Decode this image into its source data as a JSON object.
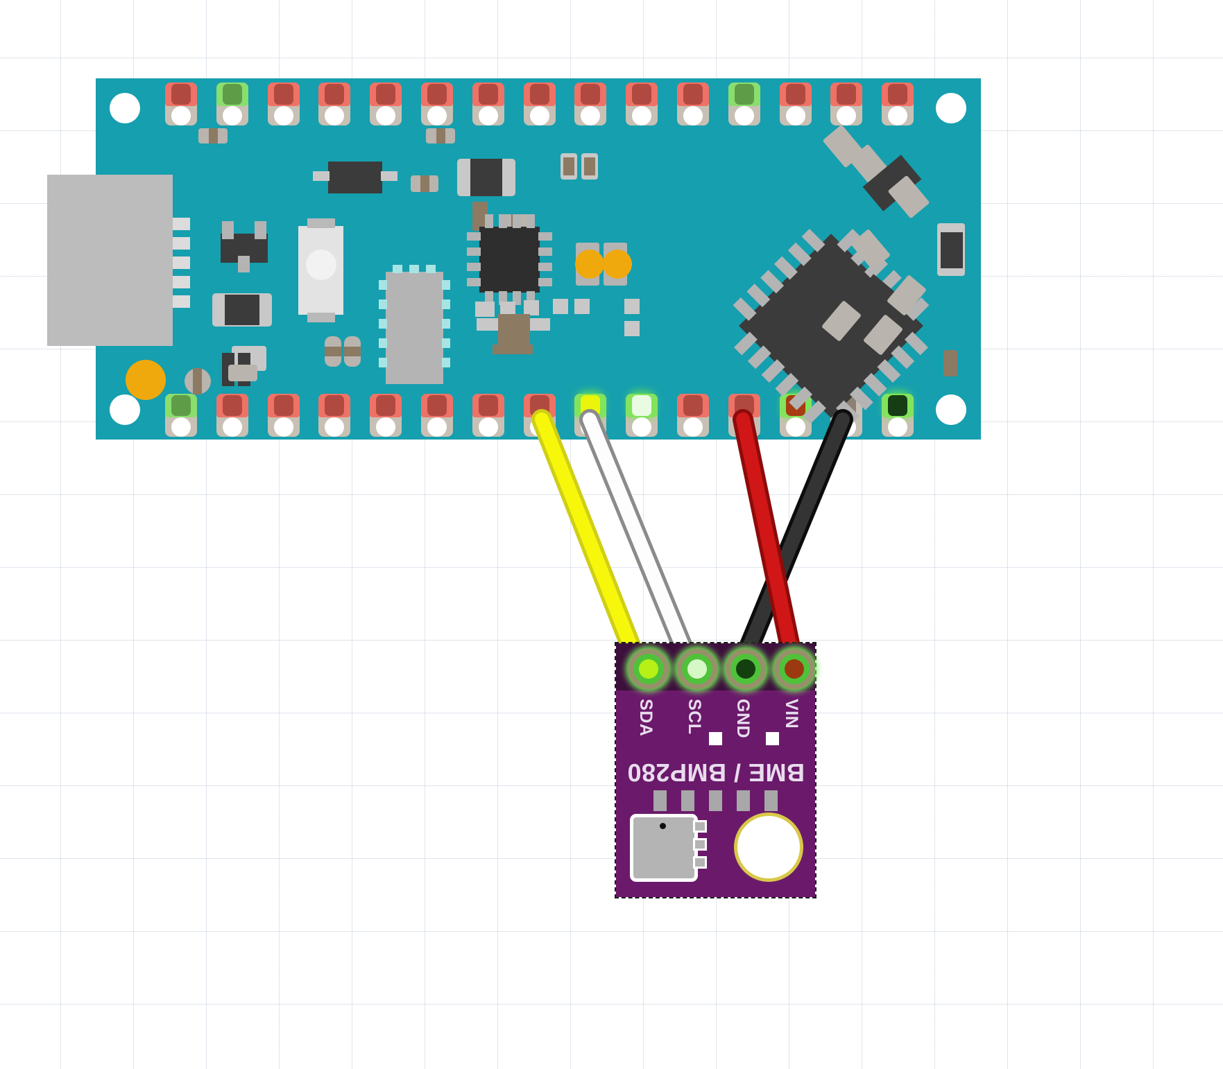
{
  "diagram": {
    "title": "Arduino Nano to BME/BMP280 breadboard wiring",
    "tool": "fritzing-breadboard-view",
    "background_grid": "#a0afc8"
  },
  "board": {
    "name": "arduino-nano",
    "pcb_color": "#169fae",
    "top_header_pin_count": 15,
    "bottom_header_pin_count": 15,
    "usb_connector": "usb-mini-b",
    "mcu_package": "qfn-rotated"
  },
  "sensor": {
    "name": "bme-bmp280-module",
    "pcb_color": "#6b1a6b",
    "silk_title": "BME / BMP280",
    "pins": [
      {
        "label": "SDA",
        "color": "#7ee040",
        "connected": true
      },
      {
        "label": "SCL",
        "color": "#bdf2b0",
        "connected": true
      },
      {
        "label": "GND",
        "color": "#1f5c1f",
        "connected": true
      },
      {
        "label": "VIN",
        "color": "#b8441a",
        "connected": true
      }
    ]
  },
  "wires": [
    {
      "name": "sda-wire",
      "color": "#f5f500",
      "stroke": "#d7d700",
      "from": "nano-pin-9",
      "to": "sensor-SDA"
    },
    {
      "name": "scl-wire",
      "color": "#fbfbfb",
      "stroke": "#8c8c8c",
      "from": "nano-pin-10",
      "to": "sensor-SCL"
    },
    {
      "name": "gnd-wire",
      "color": "#2b2b2b",
      "stroke": "#111111",
      "from": "nano-pin-15",
      "to": "sensor-GND"
    },
    {
      "name": "vcc-wire",
      "color": "#d41414",
      "stroke": "#9a0c0c",
      "from": "nano-pin-13",
      "to": "sensor-VIN"
    }
  ],
  "colors": {
    "pcb_teal": "#169fae",
    "pcb_purple": "#6b1a6b",
    "pad_red": "#ef7266",
    "pad_green": "#8ade6e",
    "pad_tan": "#c8c0b4",
    "chip_dark": "#3b3b3b",
    "metal_gray": "#b4b4b4",
    "cap_orange": "#f0a90c"
  }
}
